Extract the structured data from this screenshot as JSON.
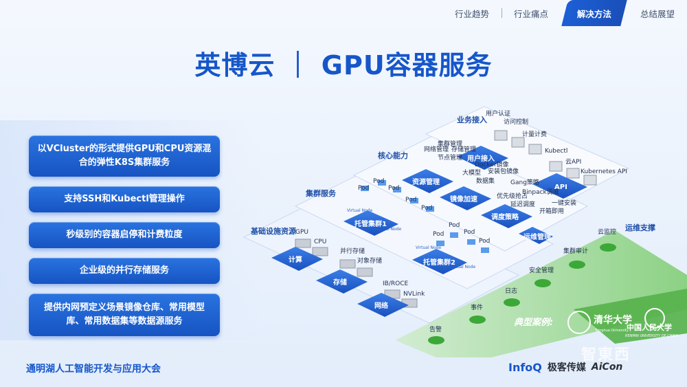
{
  "nav": {
    "items": [
      {
        "label": "行业趋势",
        "active": false
      },
      {
        "label": "行业痛点",
        "active": false
      },
      {
        "label": "解决方法",
        "active": true
      },
      {
        "label": "总结展望",
        "active": false
      }
    ]
  },
  "title": "英博云 ｜ GPU容器服务",
  "features": [
    "以VCluster的形式提供GPU和CPU资源混合的弹性K8S集群服务",
    "支持SSH和Kubectl管理操作",
    "秒级别的容器启停和计费粒度",
    "企业级的并行存储服务",
    "提供内网预定义场景镜像仓库、常用模型库、常用数据集等数据源服务"
  ],
  "diagram": {
    "layers": {
      "business": "业务接入",
      "core": "核心能力",
      "cluster": "集群服务",
      "infra": "基础设施资源"
    },
    "business_items": [
      "用户认证",
      "访问控制",
      "计量计费",
      "Kubectl",
      "云API",
      "Kubernetes API"
    ],
    "business_plates": {
      "user_access": "用户接入",
      "api": "API"
    },
    "core_items": [
      "网络管理",
      "集群管理",
      "节点管理",
      "存储管理",
      "Docker镜像",
      "安装包镜像",
      "大模型",
      "数据集",
      "优先级抢占",
      "Gang策略",
      "延迟调度",
      "Binpack调度",
      "开箱即用",
      "一键安装"
    ],
    "core_plates": {
      "resource": "资源管理",
      "image": "镜像加速",
      "schedule": "调度策略",
      "ops": "运维管理"
    },
    "pod": "Pod",
    "virtual_node": "Virtual Node",
    "tenants": [
      "托管集群1",
      "托管集群2"
    ],
    "infra_items": {
      "gpu": "GPU",
      "cpu": "CPU",
      "parallel": "并行存储",
      "object": "对象存储",
      "ib": "IB/ROCE",
      "nvlink": "NVLink"
    },
    "infra_plates": {
      "compute": "计算",
      "storage": "存储",
      "network": "网络"
    },
    "ops_title": "运维支撑",
    "ops_items": [
      "告警",
      "事件",
      "日志",
      "安全管理",
      "集群审计",
      "云监控"
    ],
    "case_label": "典型案例:",
    "logos": [
      {
        "name": "清华大学",
        "sub": "Tsinghua University"
      },
      {
        "name": "中国人民大学",
        "sub": "RENMIN UNIVERSITY OF CHINA"
      }
    ]
  },
  "footer": {
    "left": "通明湖人工智能开发与应用大会",
    "infoq": "InfoQ",
    "geek": "极客传媒",
    "aicon": "AiCon",
    "watermark": "智東西"
  },
  "colors": {
    "brand": "#1656c9",
    "ops_green": "#3ca838",
    "plate_blue": "#2360c8"
  }
}
